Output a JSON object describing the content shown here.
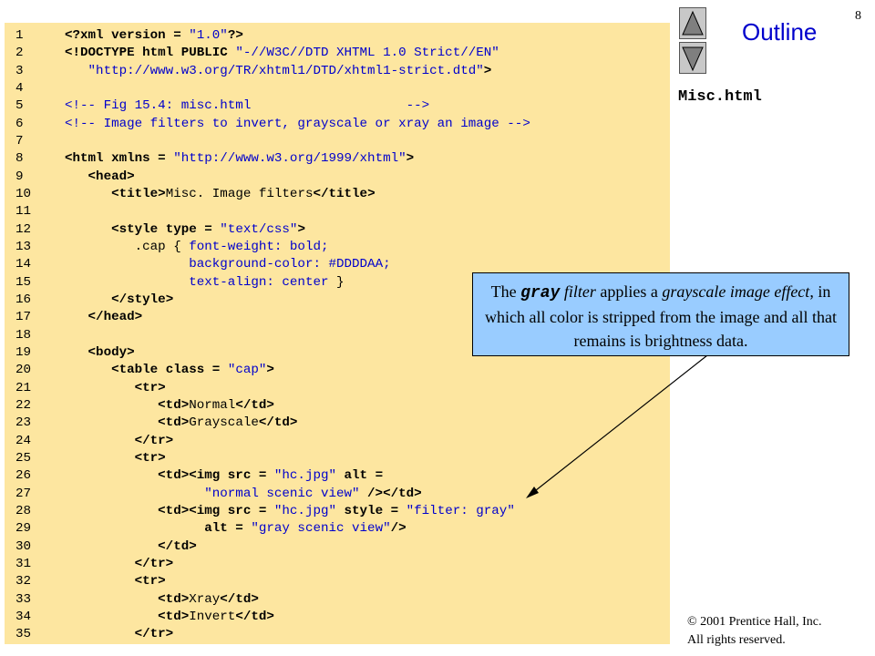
{
  "page_number": "8",
  "outline": {
    "title": "Outline",
    "up_icon": "triangle-up-icon",
    "down_icon": "triangle-down-icon"
  },
  "file_name": "Misc.html",
  "callout": {
    "pre": "The ",
    "code": "gray",
    "filter_word": " filter",
    "mid": " applies a ",
    "effect_italic": "grayscale image effect",
    "rest": ", in which all color is stripped from the image and all that remains is brightness data."
  },
  "copyright": {
    "line1": "© 2001 Prentice Hall, Inc.",
    "line2": "All rights reserved."
  },
  "colors": {
    "panel_bg": "#fde6a0",
    "callout_bg": "#99ccff",
    "code_blue": "#0000cc",
    "title_blue": "#0000cc"
  },
  "code_lines": [
    {
      "num": "1",
      "segs": [
        {
          "t": "<?xml version = ",
          "c": "tag"
        },
        {
          "t": "\"1.0\"",
          "c": "str"
        },
        {
          "t": "?>",
          "c": "tag"
        }
      ]
    },
    {
      "num": "2",
      "segs": [
        {
          "t": "<!DOCTYPE html PUBLIC ",
          "c": "tag"
        },
        {
          "t": "\"-//W3C//DTD XHTML 1.0 Strict//EN\"",
          "c": "str"
        }
      ]
    },
    {
      "num": "3",
      "segs": [
        {
          "t": "   ",
          "c": "text"
        },
        {
          "t": "\"http://www.w3.org/TR/xhtml1/DTD/xhtml1-strict.dtd\"",
          "c": "str"
        },
        {
          "t": ">",
          "c": "tag"
        }
      ]
    },
    {
      "num": "4",
      "segs": []
    },
    {
      "num": "5",
      "segs": [
        {
          "t": "<!-- Fig 15.4: misc.html                    -->",
          "c": "comment"
        }
      ]
    },
    {
      "num": "6",
      "segs": [
        {
          "t": "<!-- Image filters to invert, grayscale or xray an image -->",
          "c": "comment"
        }
      ]
    },
    {
      "num": "7",
      "segs": []
    },
    {
      "num": "8",
      "segs": [
        {
          "t": "<html xmlns = ",
          "c": "tag"
        },
        {
          "t": "\"http://www.w3.org/1999/xhtml\"",
          "c": "str"
        },
        {
          "t": ">",
          "c": "tag"
        }
      ]
    },
    {
      "num": "9",
      "segs": [
        {
          "t": "   ",
          "c": "text"
        },
        {
          "t": "<head>",
          "c": "tag"
        }
      ]
    },
    {
      "num": "10",
      "segs": [
        {
          "t": "      ",
          "c": "text"
        },
        {
          "t": "<title>",
          "c": "tag"
        },
        {
          "t": "Misc. Image filters",
          "c": "text"
        },
        {
          "t": "</title>",
          "c": "tag"
        }
      ]
    },
    {
      "num": "11",
      "segs": []
    },
    {
      "num": "12",
      "segs": [
        {
          "t": "      ",
          "c": "text"
        },
        {
          "t": "<style type = ",
          "c": "tag"
        },
        {
          "t": "\"text/css\"",
          "c": "str"
        },
        {
          "t": ">",
          "c": "tag"
        }
      ]
    },
    {
      "num": "13",
      "segs": [
        {
          "t": "         .cap { ",
          "c": "text"
        },
        {
          "t": "font-weight: bold;",
          "c": "css"
        }
      ]
    },
    {
      "num": "14",
      "segs": [
        {
          "t": "                ",
          "c": "text"
        },
        {
          "t": "background-color: #DDDDAA;",
          "c": "css"
        }
      ]
    },
    {
      "num": "15",
      "segs": [
        {
          "t": "                ",
          "c": "text"
        },
        {
          "t": "text-align: center",
          "c": "css"
        },
        {
          "t": " }",
          "c": "text"
        }
      ]
    },
    {
      "num": "16",
      "segs": [
        {
          "t": "      ",
          "c": "text"
        },
        {
          "t": "</style>",
          "c": "tag"
        }
      ]
    },
    {
      "num": "17",
      "segs": [
        {
          "t": "   ",
          "c": "text"
        },
        {
          "t": "</head>",
          "c": "tag"
        }
      ]
    },
    {
      "num": "18",
      "segs": []
    },
    {
      "num": "19",
      "segs": [
        {
          "t": "   ",
          "c": "text"
        },
        {
          "t": "<body>",
          "c": "tag"
        }
      ]
    },
    {
      "num": "20",
      "segs": [
        {
          "t": "      ",
          "c": "text"
        },
        {
          "t": "<table class = ",
          "c": "tag"
        },
        {
          "t": "\"cap\"",
          "c": "str"
        },
        {
          "t": ">",
          "c": "tag"
        }
      ]
    },
    {
      "num": "21",
      "segs": [
        {
          "t": "         ",
          "c": "text"
        },
        {
          "t": "<tr>",
          "c": "tag"
        }
      ]
    },
    {
      "num": "22",
      "segs": [
        {
          "t": "            ",
          "c": "text"
        },
        {
          "t": "<td>",
          "c": "tag"
        },
        {
          "t": "Normal",
          "c": "text"
        },
        {
          "t": "</td>",
          "c": "tag"
        }
      ]
    },
    {
      "num": "23",
      "segs": [
        {
          "t": "            ",
          "c": "text"
        },
        {
          "t": "<td>",
          "c": "tag"
        },
        {
          "t": "Grayscale",
          "c": "text"
        },
        {
          "t": "</td>",
          "c": "tag"
        }
      ]
    },
    {
      "num": "24",
      "segs": [
        {
          "t": "         ",
          "c": "text"
        },
        {
          "t": "</tr>",
          "c": "tag"
        }
      ]
    },
    {
      "num": "25",
      "segs": [
        {
          "t": "         ",
          "c": "text"
        },
        {
          "t": "<tr>",
          "c": "tag"
        }
      ]
    },
    {
      "num": "26",
      "segs": [
        {
          "t": "            ",
          "c": "text"
        },
        {
          "t": "<td><img src = ",
          "c": "tag"
        },
        {
          "t": "\"hc.jpg\"",
          "c": "str"
        },
        {
          "t": " alt =",
          "c": "tag"
        }
      ]
    },
    {
      "num": "27",
      "segs": [
        {
          "t": "                  ",
          "c": "text"
        },
        {
          "t": "\"normal scenic view\"",
          "c": "str"
        },
        {
          "t": " /></td>",
          "c": "tag"
        }
      ]
    },
    {
      "num": "28",
      "segs": [
        {
          "t": "            ",
          "c": "text"
        },
        {
          "t": "<td><img src = ",
          "c": "tag"
        },
        {
          "t": "\"hc.jpg\"",
          "c": "str"
        },
        {
          "t": " style = ",
          "c": "tag"
        },
        {
          "t": "\"filter: gray\"",
          "c": "str"
        }
      ]
    },
    {
      "num": "29",
      "segs": [
        {
          "t": "                  ",
          "c": "text"
        },
        {
          "t": "alt = ",
          "c": "tag"
        },
        {
          "t": "\"gray scenic view\"",
          "c": "str"
        },
        {
          "t": "/>",
          "c": "tag"
        }
      ]
    },
    {
      "num": "30",
      "segs": [
        {
          "t": "            ",
          "c": "text"
        },
        {
          "t": "</td>",
          "c": "tag"
        }
      ]
    },
    {
      "num": "31",
      "segs": [
        {
          "t": "         ",
          "c": "text"
        },
        {
          "t": "</tr>",
          "c": "tag"
        }
      ]
    },
    {
      "num": "32",
      "segs": [
        {
          "t": "         ",
          "c": "text"
        },
        {
          "t": "<tr>",
          "c": "tag"
        }
      ]
    },
    {
      "num": "33",
      "segs": [
        {
          "t": "            ",
          "c": "text"
        },
        {
          "t": "<td>",
          "c": "tag"
        },
        {
          "t": "Xray",
          "c": "text"
        },
        {
          "t": "</td>",
          "c": "tag"
        }
      ]
    },
    {
      "num": "34",
      "segs": [
        {
          "t": "            ",
          "c": "text"
        },
        {
          "t": "<td>",
          "c": "tag"
        },
        {
          "t": "Invert",
          "c": "text"
        },
        {
          "t": "</td>",
          "c": "tag"
        }
      ]
    },
    {
      "num": "35",
      "segs": [
        {
          "t": "         ",
          "c": "text"
        },
        {
          "t": "</tr>",
          "c": "tag"
        }
      ]
    }
  ]
}
